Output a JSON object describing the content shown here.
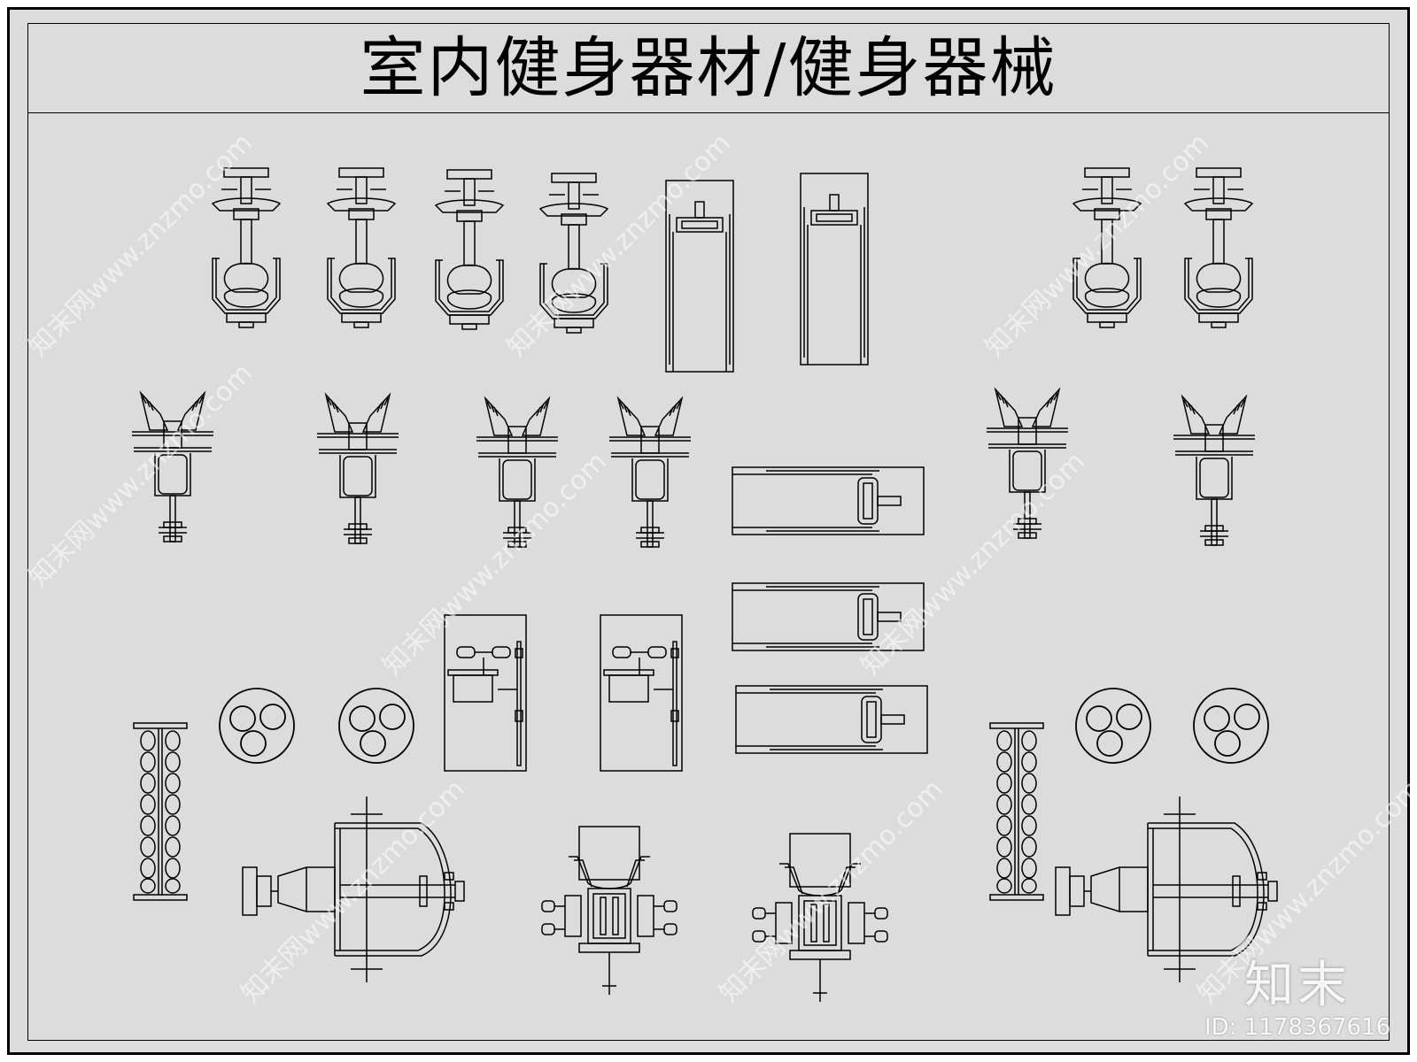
{
  "title": "室内健身器材/健身器械",
  "watermark": "知末网www.znzmo.com",
  "logo": "知末",
  "id_label": "ID: 1178367616",
  "colors": {
    "background": "#dcdcdc",
    "line": "#000000"
  }
}
